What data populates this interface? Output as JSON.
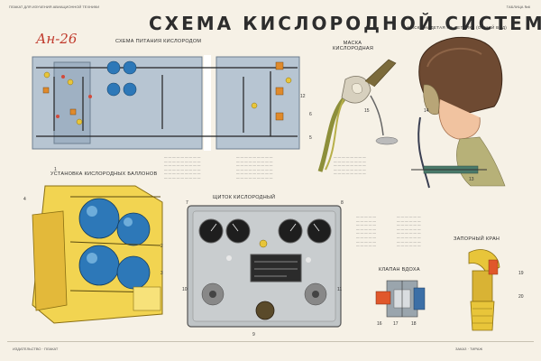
{
  "poster": {
    "header_small": "ПЛАКАТ ДЛЯ ИЗУЧЕНИЯ АВИАЦИОННОЙ ТЕХНИКИ",
    "sheet_no": "ТАБЛИЦА №6",
    "title": "СХЕМА КИСЛОРОДНОЙ СИСТЕМЫ",
    "aircraft": "Ан-26",
    "sections": {
      "supply_scheme": "СХЕМА ПИТАНИЯ КИСЛОРОДОМ",
      "mask": "МАСКА КИСЛОРОДНАЯ",
      "mask_worn": "МАСКА НАДЕТАЯ НА ЛЕТЧИКА (ОБЩИЙ ВИД)",
      "cylinders": "УСТАНОВКА КИСЛОРОДНЫХ БАЛЛОНОВ",
      "panel": "ЩИТОК КИСЛОРОДНЫЙ",
      "valve": "КЛАПАН ВДОХА",
      "cock": "ЗАПОРНЫЙ КРАН"
    },
    "footer_left": "ИЗДАТЕЛЬСТВО · ПЛАКАТ",
    "footer_right": "ЗАКАЗ · ТИРАЖ"
  },
  "callouts": [
    "1",
    "2",
    "3",
    "4",
    "5",
    "6",
    "7",
    "8",
    "9",
    "10",
    "11",
    "12",
    "13",
    "14",
    "15",
    "16",
    "17",
    "18",
    "19",
    "20"
  ],
  "colors": {
    "paper": "#f6f1e6",
    "title": "#2a2a2a",
    "aircraft_logo": "#c0392b",
    "oxygen_blue": "#2d78b8",
    "frame_yellow": "#e8c53a",
    "fuselage_grey": "#9fb1c3",
    "panel_grey": "#b8bcbe",
    "helmet_brown": "#6e4a32",
    "accent_orange": "#e08a2b"
  }
}
